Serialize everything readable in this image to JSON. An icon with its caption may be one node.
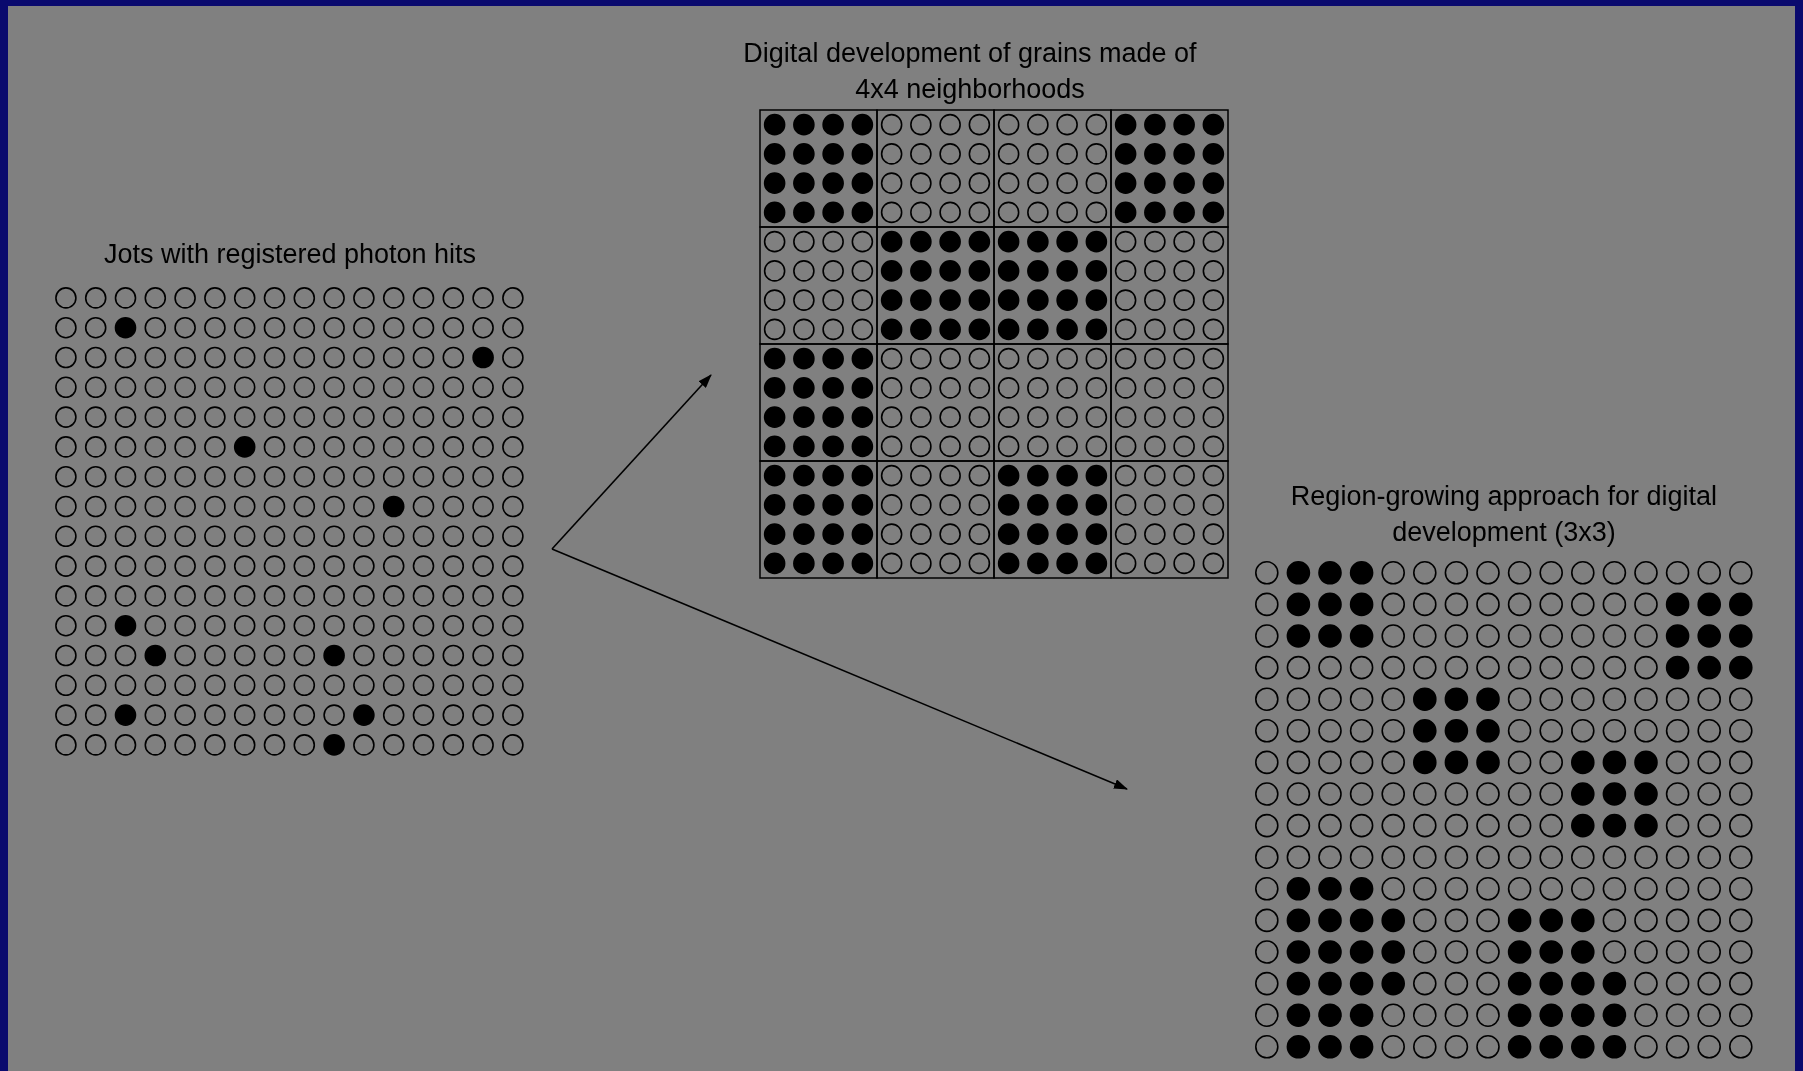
{
  "diagram": {
    "nodes": [
      {
        "text": [
          "Jots with registered photon hits"
        ]
      },
      {
        "text": [
          "Digital development of grains made of 4x4 neighborhoods"
        ]
      },
      {
        "text": [
          "Region-growing approach for digital development (3x3)"
        ]
      }
    ],
    "edges": [
      {
        "from": 0,
        "to": 1,
        "arrow": "to"
      },
      {
        "from": 0,
        "to": 2,
        "arrow": "to"
      }
    ]
  }
}
